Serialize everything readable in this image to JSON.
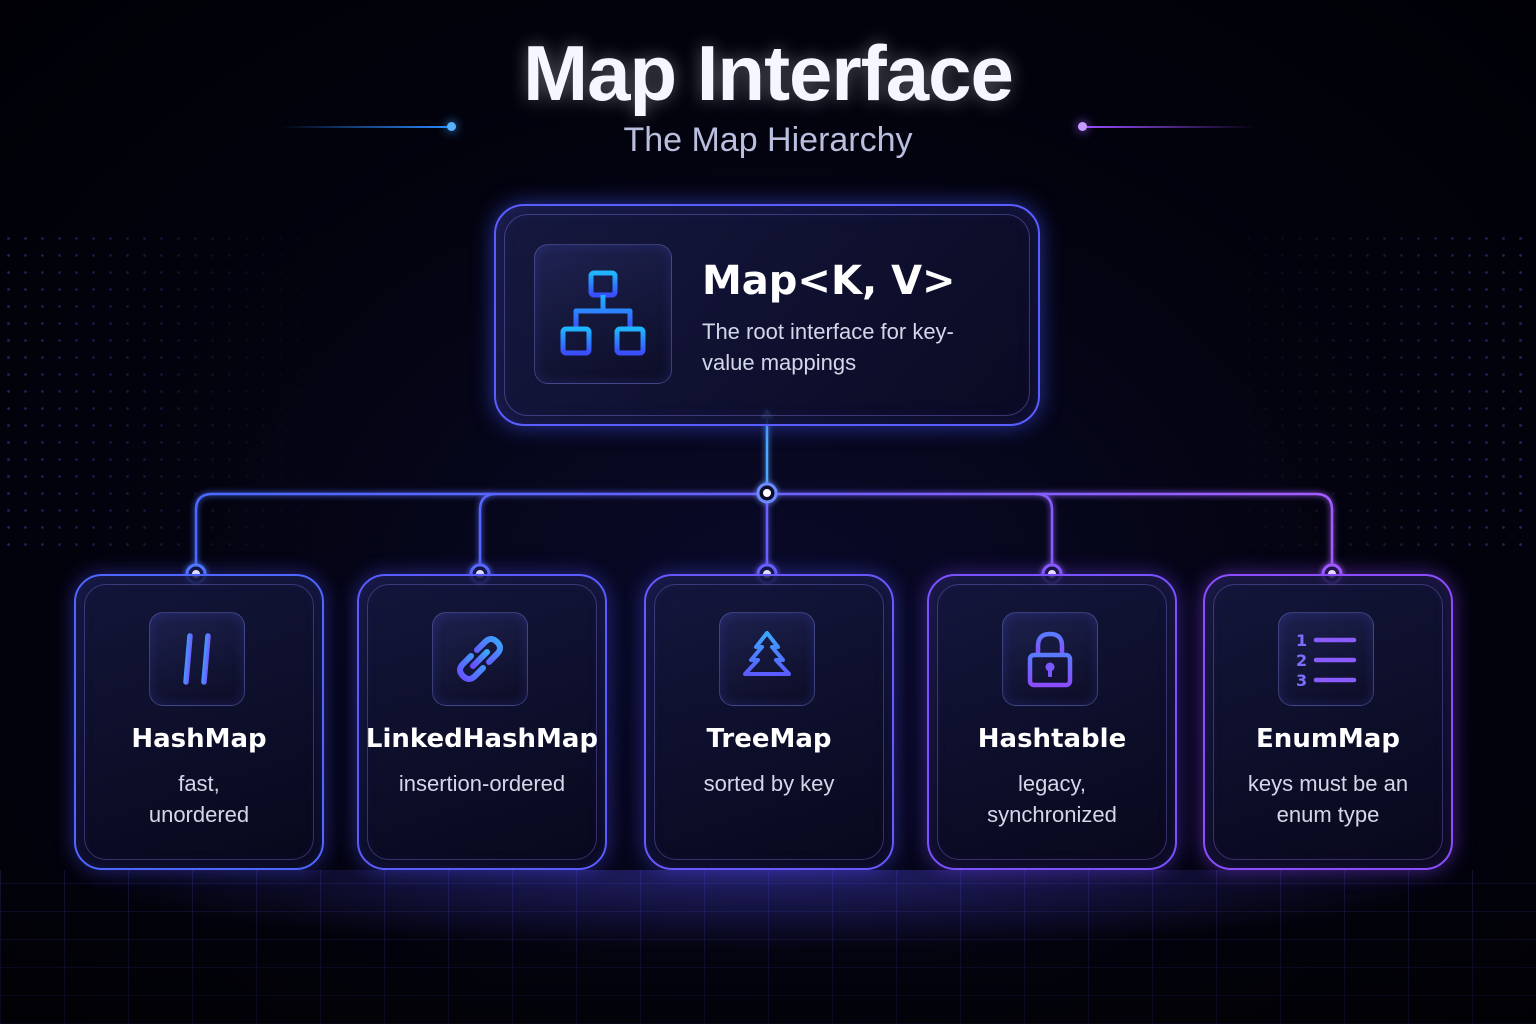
{
  "header": {
    "title": "Map Interface",
    "subtitle": "The Map Hierarchy"
  },
  "root": {
    "name": "Map<K, V>",
    "description": "The root interface for key-value mappings",
    "icon": "hierarchy-icon"
  },
  "children": [
    {
      "name": "HashMap",
      "description": "fast, unordered",
      "icon": "hash-icon"
    },
    {
      "name": "LinkedHashMap",
      "description": "insertion-ordered",
      "icon": "link-icon"
    },
    {
      "name": "TreeMap",
      "description": "sorted by key",
      "icon": "tree-icon"
    },
    {
      "name": "Hashtable",
      "description": "legacy, synchronized",
      "icon": "lock-icon"
    },
    {
      "name": "EnumMap",
      "description": "keys must be an enum type",
      "icon": "numbered-list-icon"
    }
  ],
  "colors": {
    "accent_blue": "#3a7bff",
    "accent_purple": "#9a4dff",
    "background": "#03030f"
  }
}
